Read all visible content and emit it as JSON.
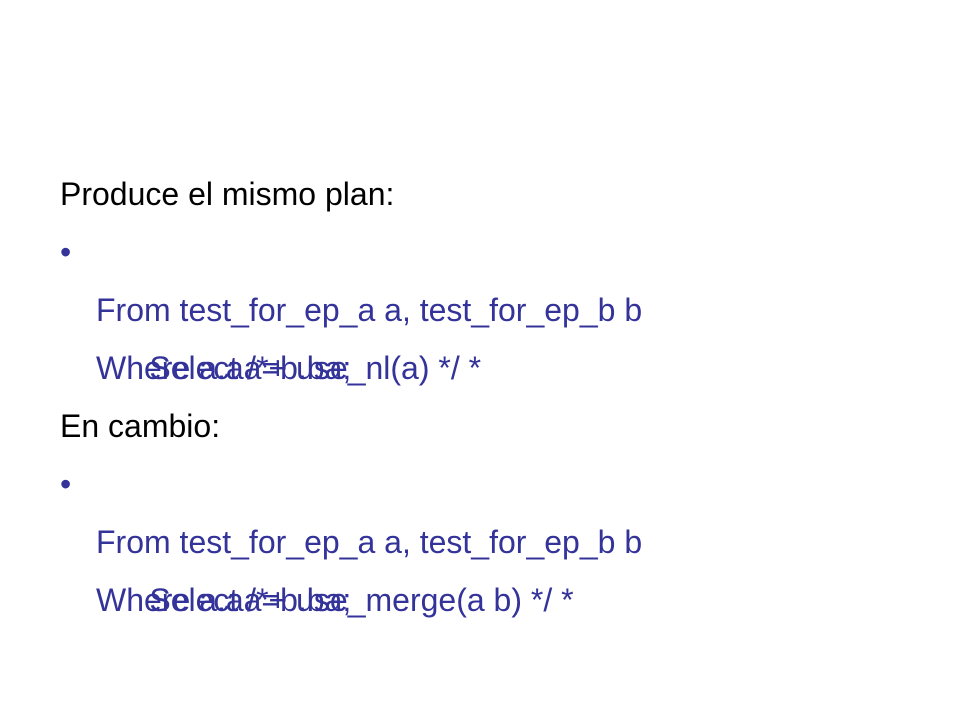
{
  "slide": {
    "colors": {
      "heading": "#000000",
      "code": "#333399"
    },
    "section1": {
      "heading": "Produce el mismo plan:",
      "bullet": "•",
      "lines": [
        "Select /*+ use_nl(a) */ *",
        "From test_for_ep_a a, test_for_ep_b b",
        "Where a.aa=b.ba;"
      ]
    },
    "section2": {
      "heading": "En cambio:",
      "bullet": "•",
      "lines": [
        "Select /*+ use_merge(a b) */ *",
        "From test_for_ep_a a, test_for_ep_b b",
        "Where a.aa=b.ba;"
      ]
    }
  }
}
